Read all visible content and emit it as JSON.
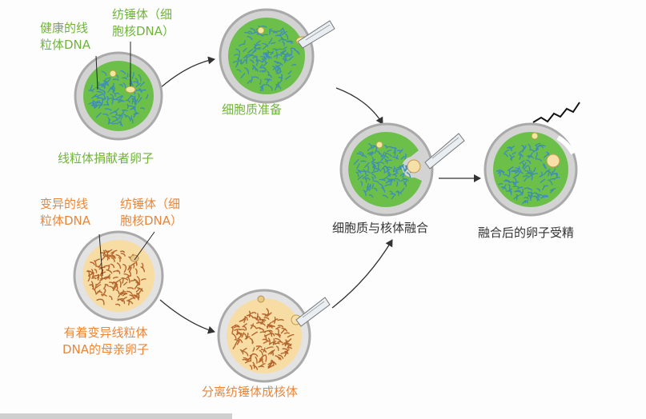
{
  "labels": {
    "healthy_mito_dna": [
      "健康的线",
      "粒体DNA"
    ],
    "spindle_top": [
      "纺锤体（细",
      "胞核DNA）"
    ],
    "donor_egg": "线粒体捐献者卵子",
    "cytoplasm_prep": "细胞质准备",
    "mutant_mito_dna": [
      "变异的线",
      "粒体DNA"
    ],
    "spindle_bottom": [
      "纺锤体（细",
      "胞核DNA）"
    ],
    "mother_egg": [
      "有着变异线粒体",
      "DNA的母亲卵子"
    ],
    "separate_spindle": "分离纺锤体成核体",
    "fusion": "细胞质与核体融合",
    "fertilized": "融合后的卵子受精"
  },
  "colors": {
    "green_text": "#6fb43a",
    "orange_text": "#e8863a",
    "dark_text": "#333333",
    "green_cytoplasm": "#6cc04a",
    "tan_cytoplasm": "#f7dca4",
    "zona": "#a9a9a9",
    "mito_blue": "#3f8fb0",
    "mito_brown": "#b5652c"
  }
}
